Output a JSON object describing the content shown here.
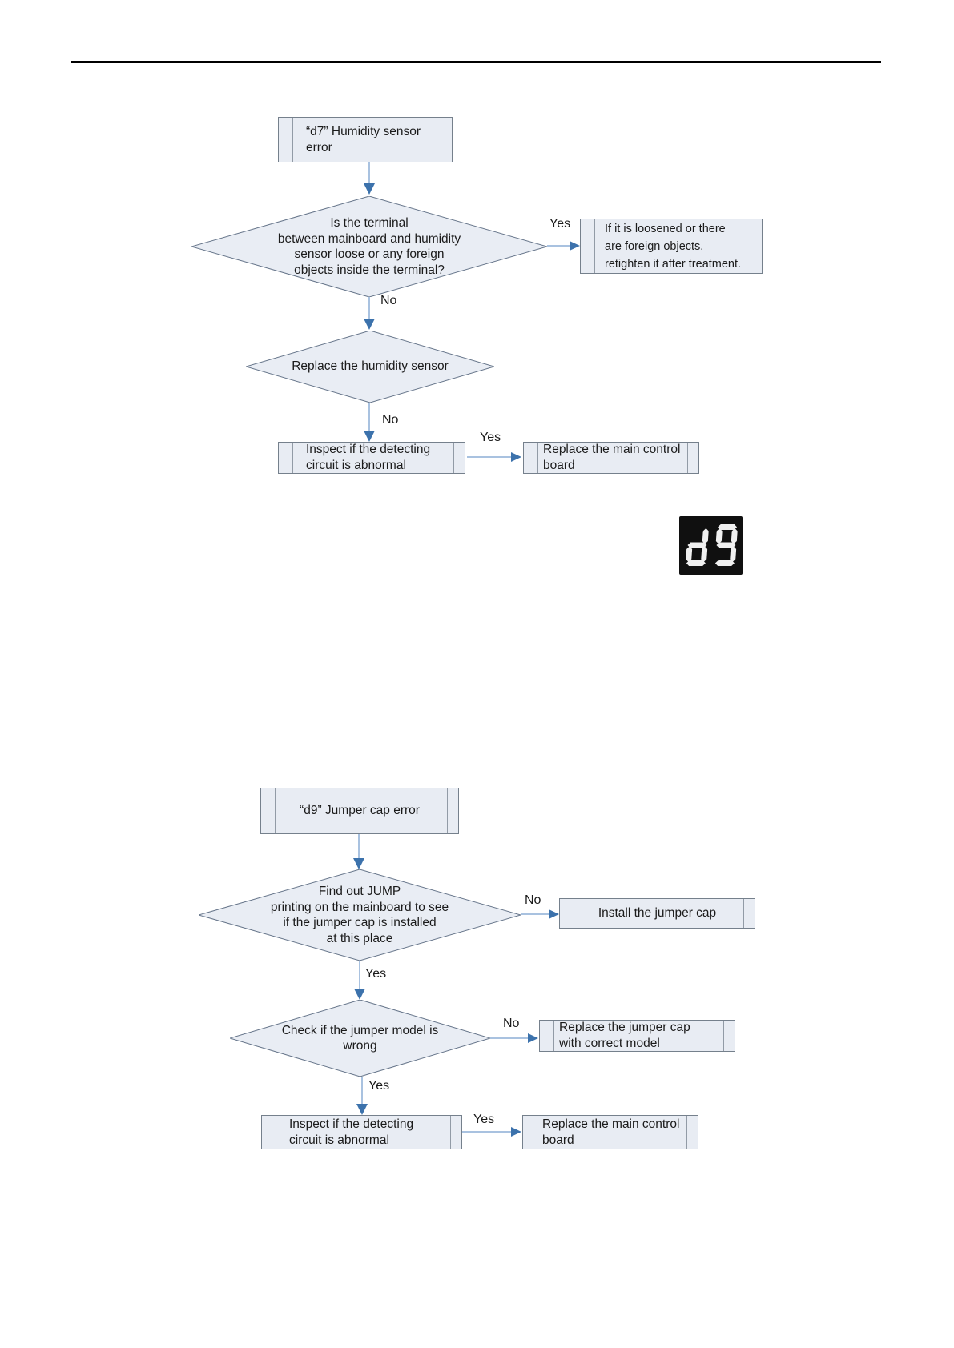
{
  "colors": {
    "box_fill": "#e8ecf3",
    "box_border": "#75808c",
    "diamond_fill": "#e9edf4",
    "diamond_border": "#66758a",
    "arrow_stem": "#a9c2e0",
    "arrow_head": "#3c72ac",
    "text": "#1b1b1b",
    "rule": "#000000",
    "display_bg": "#101010",
    "display_segment": "#f0f0f0"
  },
  "labels": {
    "yes": "Yes",
    "no": "No"
  },
  "display": {
    "value": "d9"
  },
  "d7": {
    "start": "“d7” Humidity sensor\nerror",
    "decision_terminal": "Is the terminal\nbetween mainboard and humidity\nsensor loose or any foreign\nobjects inside the terminal?",
    "action_retighten": "If it is loosened or there\nare foreign objects,\nretighten it after treatment.",
    "decision_replace": "Replace the humidity sensor",
    "process_inspect": "Inspect if the detecting\ncircuit is abnormal",
    "process_replace_board": "Replace the main control\nboard"
  },
  "d9": {
    "start": "“d9” Jumper cap error",
    "decision_jump": "Find out JUMP\nprinting on the mainboard to see\nif the jumper cap is installed\nat this place",
    "action_install": "Install the jumper cap",
    "decision_model": "Check if the jumper model is\nwrong",
    "action_replace_cap": "Replace the jumper cap\nwith correct model",
    "process_inspect": "Inspect if the detecting\ncircuit is abnormal",
    "process_replace_board": "Replace the main control\nboard"
  }
}
